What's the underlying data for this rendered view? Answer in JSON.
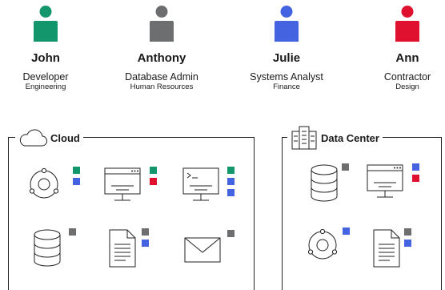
{
  "colors": {
    "green": "#14966c",
    "gray": "#6d6e70",
    "blue": "#4463e0",
    "red": "#e0112f",
    "stroke": "#222222"
  },
  "people": [
    {
      "name": "John",
      "role": "Developer",
      "dept": "Engineering",
      "color": "#14966c"
    },
    {
      "name": "Anthony",
      "role": "Database Admin",
      "dept": "Human Resources",
      "color": "#6d6e70"
    },
    {
      "name": "Julie",
      "role": "Systems Analyst",
      "dept": "Finance",
      "color": "#4463e0"
    },
    {
      "name": "Ann",
      "role": "Contractor",
      "dept": "Design",
      "color": "#e0112f"
    }
  ],
  "cloud": {
    "title": "Cloud",
    "icon": "cloud-icon",
    "resources": [
      {
        "icon": "network-icon",
        "tags": [
          "#14966c",
          "#4463e0"
        ]
      },
      {
        "icon": "monitor-icon",
        "tags": [
          "#14966c",
          "#e0112f"
        ]
      },
      {
        "icon": "terminal-icon",
        "tags": [
          "#14966c",
          "#4463e0",
          "#4463e0"
        ]
      },
      {
        "icon": "database-icon",
        "tags": [
          "#6d6e70"
        ]
      },
      {
        "icon": "document-icon",
        "tags": [
          "#6d6e70",
          "#4463e0"
        ]
      },
      {
        "icon": "mail-icon",
        "tags": [
          "#6d6e70"
        ]
      }
    ]
  },
  "datacenter": {
    "title": "Data Center",
    "icon": "data-center-icon",
    "resources": [
      {
        "icon": "database-icon",
        "tags": [
          "#6d6e70"
        ]
      },
      {
        "icon": "monitor-icon",
        "tags": [
          "#4463e0",
          "#e0112f"
        ]
      },
      {
        "icon": "network-icon",
        "tags": [
          "#4463e0"
        ]
      },
      {
        "icon": "document-icon",
        "tags": [
          "#6d6e70",
          "#4463e0"
        ]
      }
    ]
  }
}
